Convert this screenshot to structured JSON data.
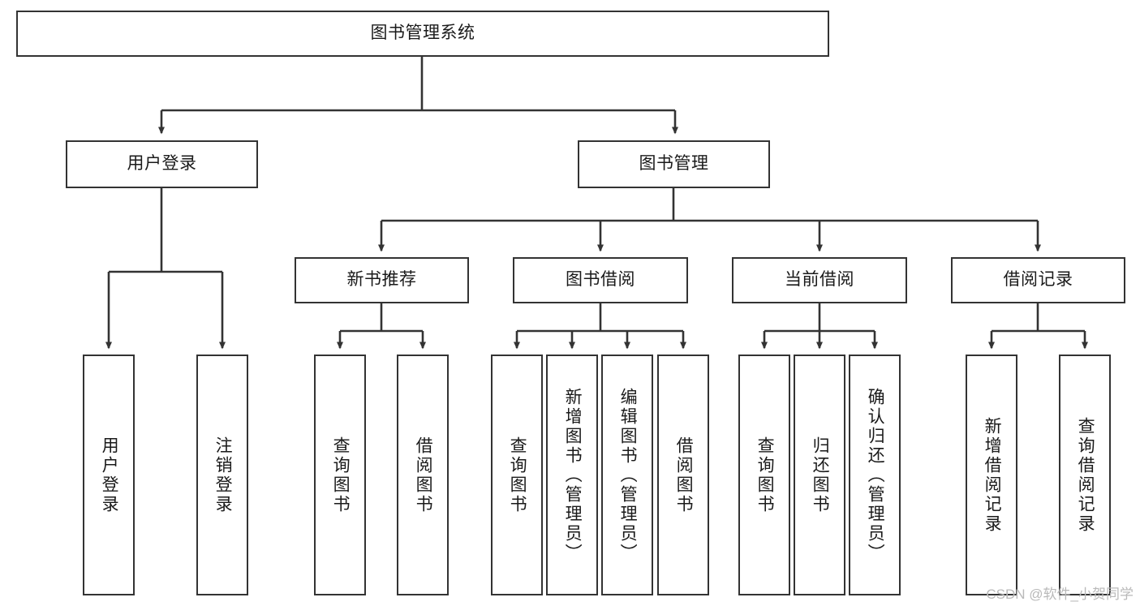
{
  "diagram": {
    "type": "tree",
    "title": "图书管理系统",
    "style": {
      "box_border_color": "#333333",
      "box_fill_color": "#ffffff",
      "line_color": "#333333",
      "text_color": "#1a1a1a",
      "background": "#ffffff",
      "watermark_color": "#b9b9b9"
    },
    "root": {
      "label": "图书管理系统"
    },
    "level2": [
      {
        "label": "用户登录"
      },
      {
        "label": "图书管理"
      }
    ],
    "level3": [
      {
        "label": "新书推荐"
      },
      {
        "label": "图书借阅"
      },
      {
        "label": "当前借阅"
      },
      {
        "label": "借阅记录"
      }
    ],
    "leaves": {
      "user_login": [
        {
          "label": "用户登录"
        },
        {
          "label": "注销登录"
        }
      ],
      "new_book_recommend": [
        {
          "label": "查询图书"
        },
        {
          "label": "借阅图书"
        }
      ],
      "book_borrow": [
        {
          "label": "查询图书"
        },
        {
          "label": "新增图书（管理员）"
        },
        {
          "label": "编辑图书（管理员）"
        },
        {
          "label": "借阅图书"
        }
      ],
      "current_borrow": [
        {
          "label": "查询图书"
        },
        {
          "label": "归还图书"
        },
        {
          "label": "确认归还（管理员）"
        }
      ],
      "borrow_records": [
        {
          "label": "新增借阅记录"
        },
        {
          "label": "查询借阅记录"
        }
      ]
    },
    "watermark": "CSDN @软件_小贺同学"
  }
}
